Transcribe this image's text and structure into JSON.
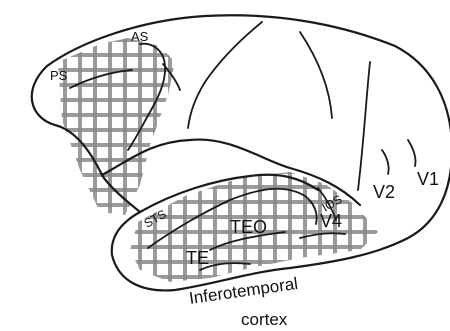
{
  "labels": {
    "ps": "PS",
    "as": "AS",
    "sts": "STS",
    "teo": "TEO",
    "te": "TE",
    "ios": "IOS",
    "v4": "V4",
    "v2": "V2",
    "v1": "V1",
    "caption_line1": "Inferotemporal",
    "caption_line2": "cortex"
  },
  "colors": {
    "outline": "#1a1a1a",
    "grid": "#8a8a8a",
    "background": "#ffffff"
  }
}
